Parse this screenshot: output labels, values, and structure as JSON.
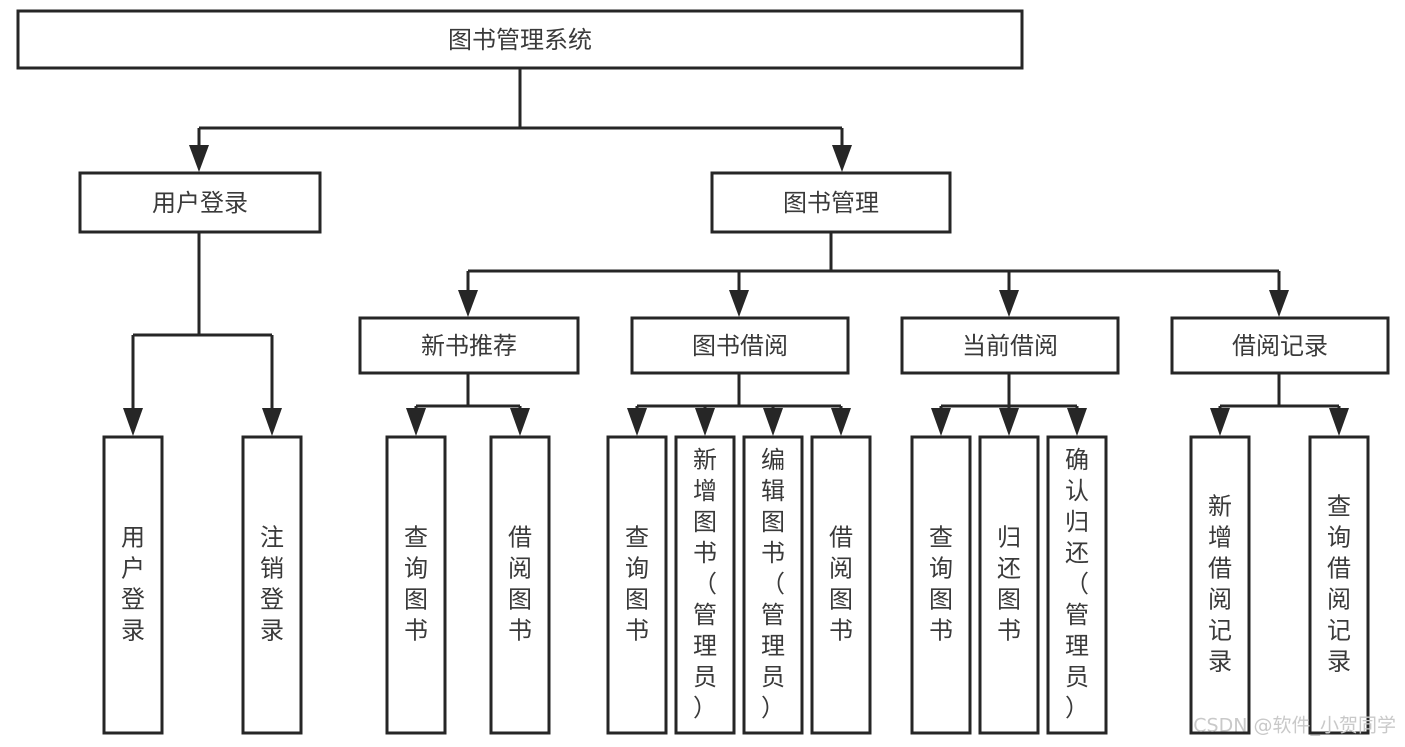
{
  "diagram": {
    "kind": "tree-structure-chart",
    "title_text": "图书管理系统",
    "background_color": "#ffffff",
    "line_color": "#262626",
    "text_color": "#3a3a3a",
    "watermark": "CSDN @软件_小贺同学",
    "levels": {
      "root": {
        "label": "图书管理系统"
      },
      "level2": [
        {
          "label": "用户登录"
        },
        {
          "label": "图书管理"
        }
      ],
      "level3": [
        {
          "label": "新书推荐"
        },
        {
          "label": "图书借阅"
        },
        {
          "label": "当前借阅"
        },
        {
          "label": "借阅记录"
        }
      ],
      "leaves": {
        "user_login": [
          {
            "label": "用户登录"
          },
          {
            "label": "注销登录"
          }
        ],
        "new_book_recommend": [
          {
            "label": "查询图书"
          },
          {
            "label": "借阅图书"
          }
        ],
        "book_borrow": [
          {
            "label": "查询图书"
          },
          {
            "label": "新增图书（管理员）"
          },
          {
            "label": "编辑图书（管理员）"
          },
          {
            "label": "借阅图书"
          }
        ],
        "current_borrow": [
          {
            "label": "查询图书"
          },
          {
            "label": "归还图书"
          },
          {
            "label": "确认归还（管理员）"
          }
        ],
        "borrow_record": [
          {
            "label": "新增借阅记录"
          },
          {
            "label": "查询借阅记录"
          }
        ]
      }
    }
  }
}
